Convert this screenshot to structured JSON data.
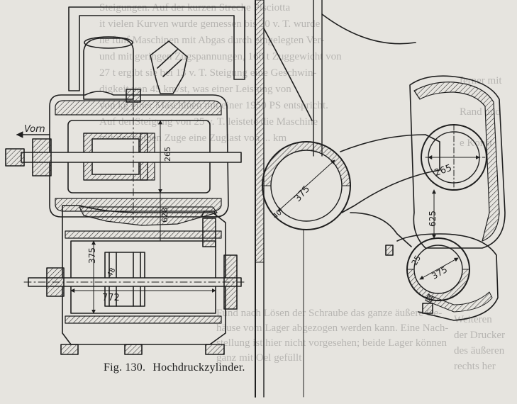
{
  "figure": {
    "number": "Fig. 130.",
    "title": "Hochdruckzylinder."
  },
  "labels": {
    "direction": "Vorn",
    "dim_265_left": "265",
    "dim_628": "628",
    "dim_375_left": "375",
    "dim_48": "48",
    "dim_772": "772",
    "dim_375_center": "375",
    "dim_40": "40",
    "dim_265_right": "265",
    "dim_625": "625",
    "dim_375_lower": "375",
    "dim_25": "25",
    "dim_25b": "25"
  },
  "bleed_through": {
    "lines": [
      "Steigungen. Auf der kurzen Strecke Pisciotta",
      "it vielen Kurven wurde gemessen bis 20 v. T. wurde",
      "ne fünf Maschinen mit Abgas durch eingelegten Ver-",
      "und mit geringen Zugspannungen, 160 t Zuggewicht von",
      "27 t ergibt sie bei 13 v. T. Steigung eine Geschwin-",
      "digkeit von 45 km/st, was einer Leistung von",
      "von kg einer Maschinen mit einer 1950 PS entspricht.",
      "Auf der Steigung von 25 v. T. leistete die Maschine",
      "mit demselben Zuge eine Zuglast von ... km"
    ],
    "right_lines": [
      "ferner mit",
      "Rand und",
      "e Konst",
      "Weiteren",
      "der Drucker",
      "des äußeren",
      "rechts her"
    ],
    "lower_lines": [
      "Fund nach Lösen der Schraube das ganze äußere Ge-",
      "häuse vom Lager abgezogen werden kann. Eine Nach-",
      "stellung ist hier nicht vorgesehen; beide Lager können",
      "ganz mit Oel gefüllt"
    ]
  }
}
